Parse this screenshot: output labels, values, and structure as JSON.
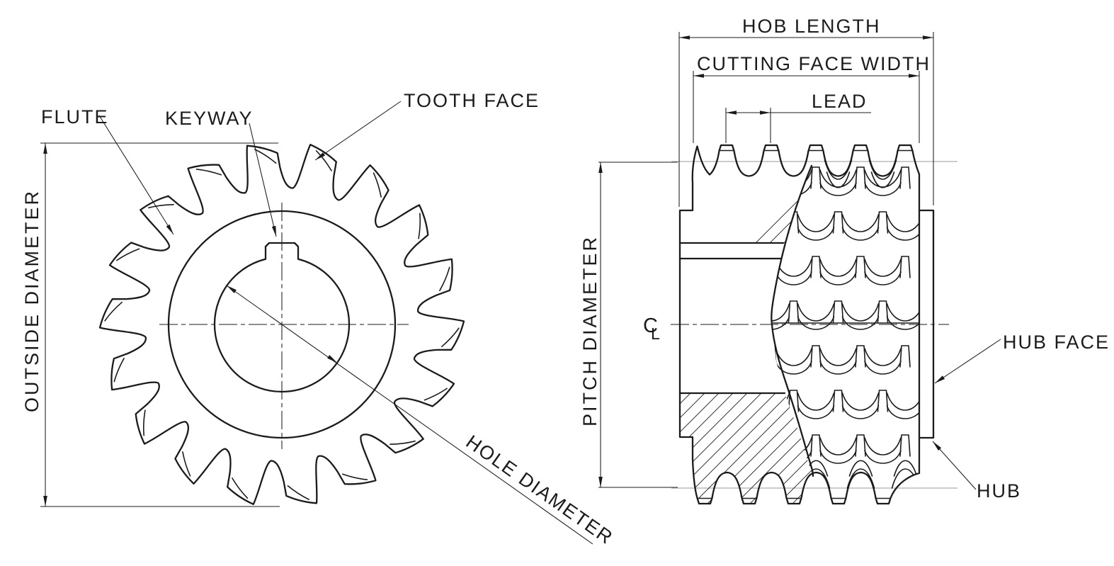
{
  "colors": {
    "line": "#1b1b1b",
    "construction_gray": "#bcbcbc",
    "background": "#ffffff"
  },
  "front_view": {
    "labels": {
      "flute": "FLUTE",
      "keyway": "KEYWAY",
      "tooth_face": "TOOTH FACE",
      "outside_diameter": "OUTSIDE DIAMETER",
      "hole_diameter": "HOLE DIAMETER"
    }
  },
  "side_view": {
    "labels": {
      "hob_length": "HOB LENGTH",
      "cutting_face_width": "CUTTING FACE WIDTH",
      "lead": "LEAD",
      "pitch_diameter": "PITCH DIAMETER",
      "centerline_c": "C",
      "centerline_l": "L",
      "hub_face": "HUB FACE",
      "hub": "HUB"
    }
  }
}
